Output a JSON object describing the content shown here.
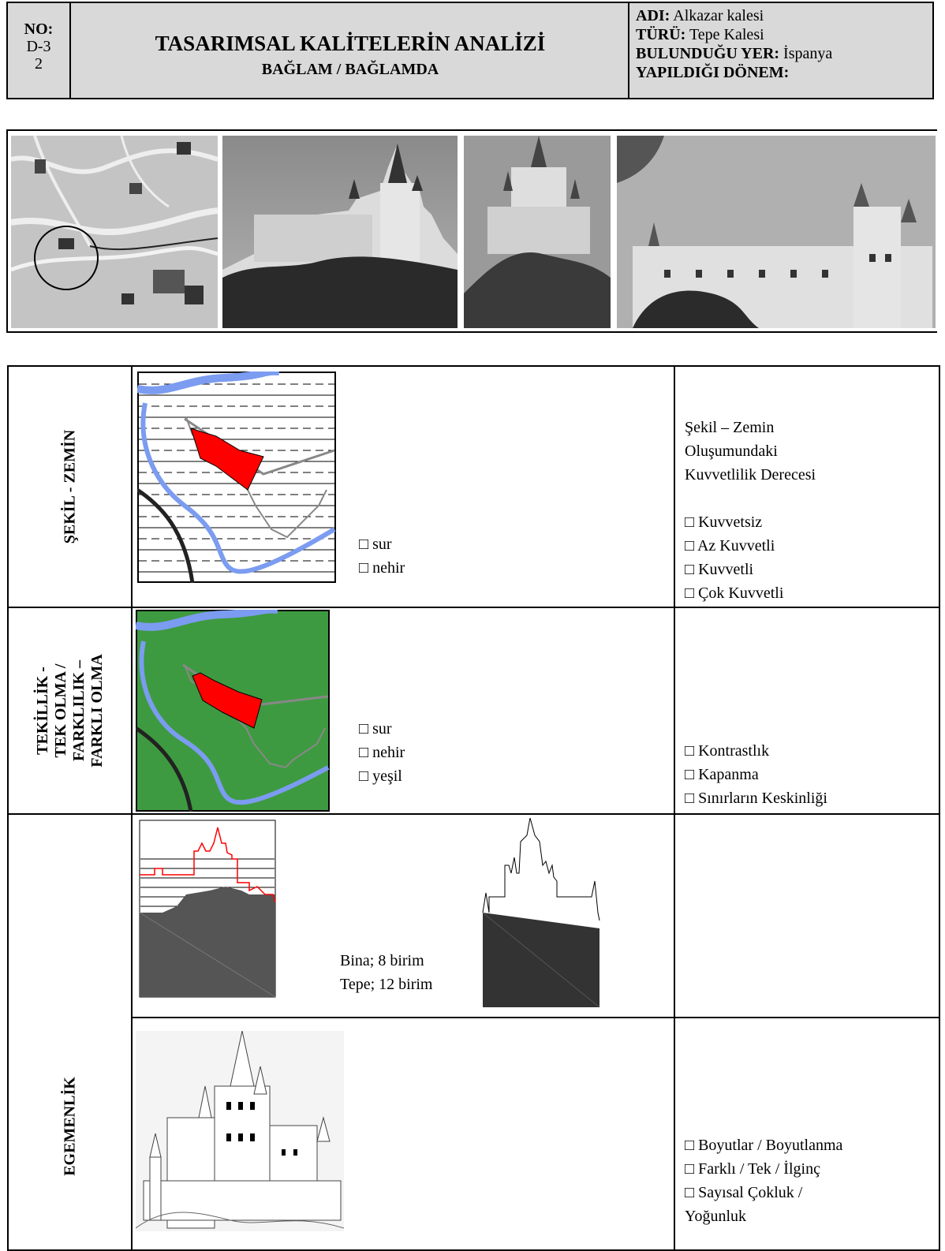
{
  "header": {
    "no_label": "NO:",
    "no_value": "D-3",
    "no_sub": "2",
    "title": "TASARIMSAL KALİTELERİN ANALİZİ",
    "subtitle": "BAĞLAM / BAĞLAMDA",
    "name_label": "ADI:",
    "name_value": "Alkazar kalesi",
    "type_label": "TÜRÜ:",
    "type_value": "Tepe Kalesi",
    "location_label": "BULUNDUĞU YER:",
    "location_value": "İspanya",
    "period_label": "YAPILDIĞI DÖNEM:"
  },
  "rows": {
    "sekil_zemin": {
      "label": "ŞEKİL - ZEMİN",
      "legend": [
        "□ sur",
        "□ nehir"
      ],
      "criteria_title": [
        "Şekil – Zemin",
        "Oluşumundaki",
        "Kuvvetlilik Derecesi"
      ],
      "criteria": [
        "□ Kuvvetsiz",
        "□ Az Kuvvetli",
        "□ Kuvvetli",
        "□ Çok Kuvvetli"
      ]
    },
    "tekillik": {
      "label": [
        "TEKİLLİK -",
        "TEK OLMA /",
        "FARKLILIK –",
        "FARKLI OLMA"
      ],
      "legend": [
        "□ sur",
        "□ nehir",
        "□ yeşil"
      ],
      "criteria": [
        "□ Kontrastlık",
        "□ Kapanma",
        "□ Sınırların Keskinliği"
      ]
    },
    "egemenlik": {
      "label": "EGEMENLİK",
      "measure": [
        "Bina; 8 birim",
        "Tepe; 12 birim"
      ],
      "criteria": [
        "□ Boyutlar / Boyutlanma",
        "□ Farklı / Tek / İlginç",
        "□ Sayısal Çokluk /",
        "Yoğunluk"
      ]
    }
  },
  "colors": {
    "header_bg": "#d9d9d9",
    "building": "#ff0000",
    "river": "#7b9cf0",
    "green": "#3e9a40"
  }
}
